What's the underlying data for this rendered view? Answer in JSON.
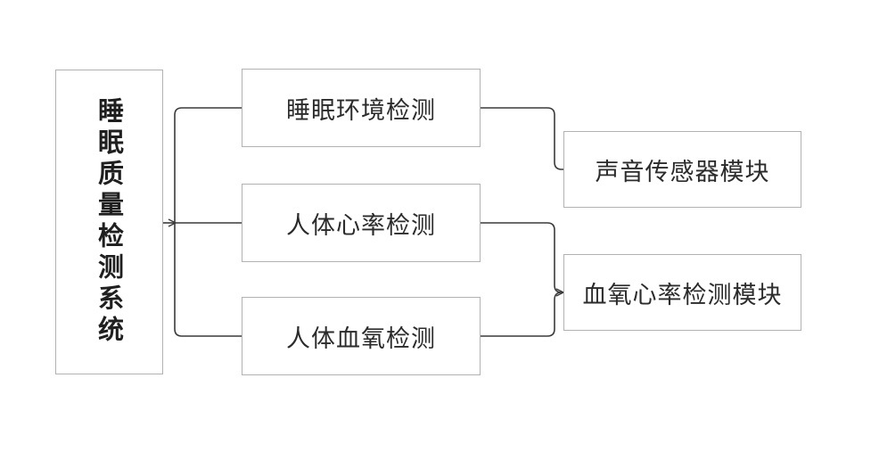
{
  "diagram": {
    "title": "睡眠质量检测系统",
    "line_color": "#3a3a3a",
    "box_border_color": "#b2b2b2",
    "text_color": "#2b2b2b",
    "root": {
      "label": "睡眠质量检测系统"
    },
    "middle_nodes": [
      {
        "label": "睡眠环境检测"
      },
      {
        "label": "人体心率检测"
      },
      {
        "label": "人体血氧检测"
      }
    ],
    "right_nodes": [
      {
        "label": "声音传感器模块"
      },
      {
        "label": "血氧心率检测模块"
      }
    ],
    "edges": [
      {
        "from": "睡眠质量检测系统",
        "to": "睡眠环境检测"
      },
      {
        "from": "睡眠质量检测系统",
        "to": "人体心率检测"
      },
      {
        "from": "睡眠质量检测系统",
        "to": "人体血氧检测"
      },
      {
        "from": "睡眠环境检测",
        "to": "声音传感器模块"
      },
      {
        "from": "人体心率检测",
        "to": "血氧心率检测模块"
      },
      {
        "from": "人体血氧检测",
        "to": "血氧心率检测模块"
      }
    ]
  }
}
